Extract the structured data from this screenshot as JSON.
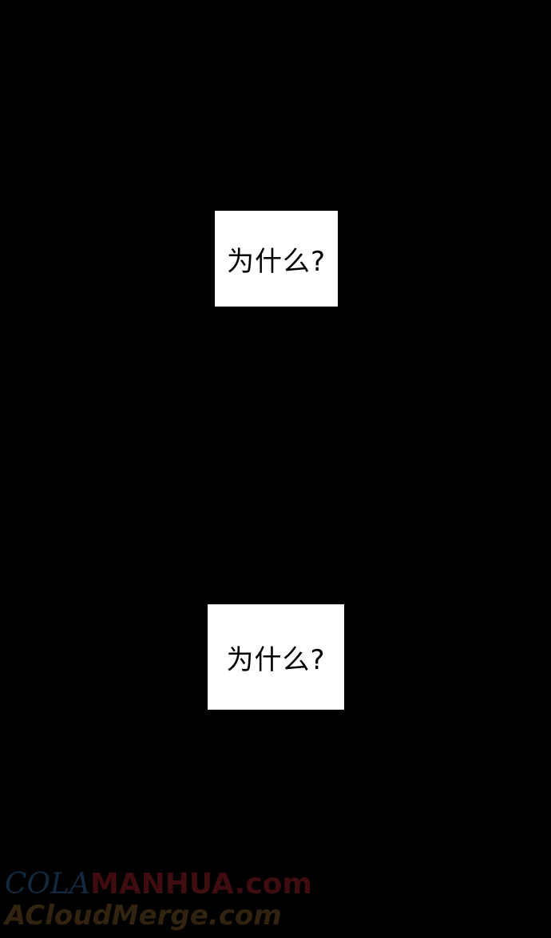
{
  "panels": [
    {
      "speech_text": "为什么?"
    },
    {
      "speech_text": "为什么?"
    }
  ],
  "watermark": {
    "line1_part1": "COLA",
    "line1_part2": "MANHUA",
    "line1_part3": ".com",
    "line2": "ACloudMerge.com"
  },
  "colors": {
    "background": "#000000",
    "caption_box": "#ffffff",
    "caption_text": "#000000",
    "watermark_blue": "#16324a",
    "watermark_red": "#4a0f12",
    "watermark_brown": "#3a2a12"
  }
}
